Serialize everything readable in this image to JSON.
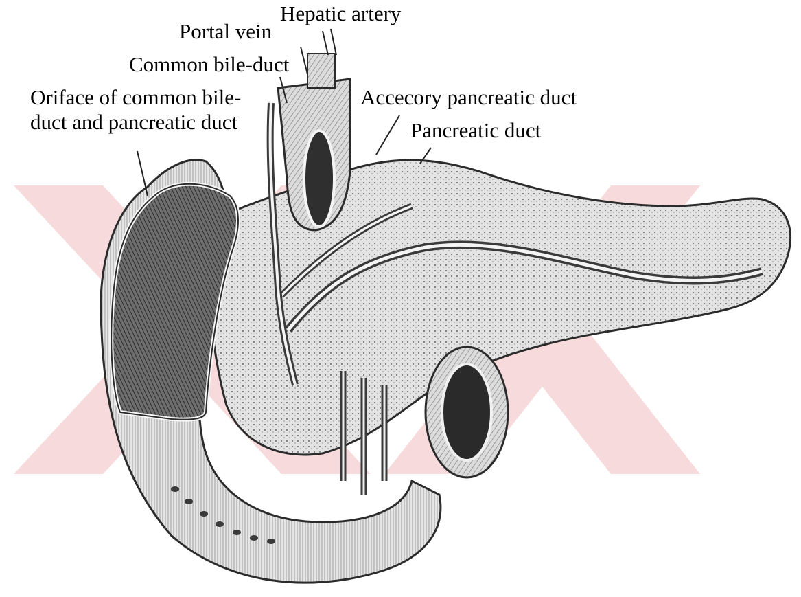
{
  "labels": {
    "hepatic_artery": "Hepatic artery",
    "portal_vein": "Portal vein",
    "common_bile_duct": "Common bile-duct",
    "oriface_line1": "Oriface of common bile-",
    "oriface_line2": "duct and pancreatic duct",
    "accessory_pancreatic_duct": "Accecory pancreatic duct",
    "pancreatic_duct": "Pancreatic duct"
  },
  "colors": {
    "watermark": "#f3c4c8",
    "ink": "#1a1a1a",
    "tissue_light": "#e8e8e8",
    "tissue_mid": "#a9a9a9",
    "tissue_dark": "#3c3c3c"
  }
}
